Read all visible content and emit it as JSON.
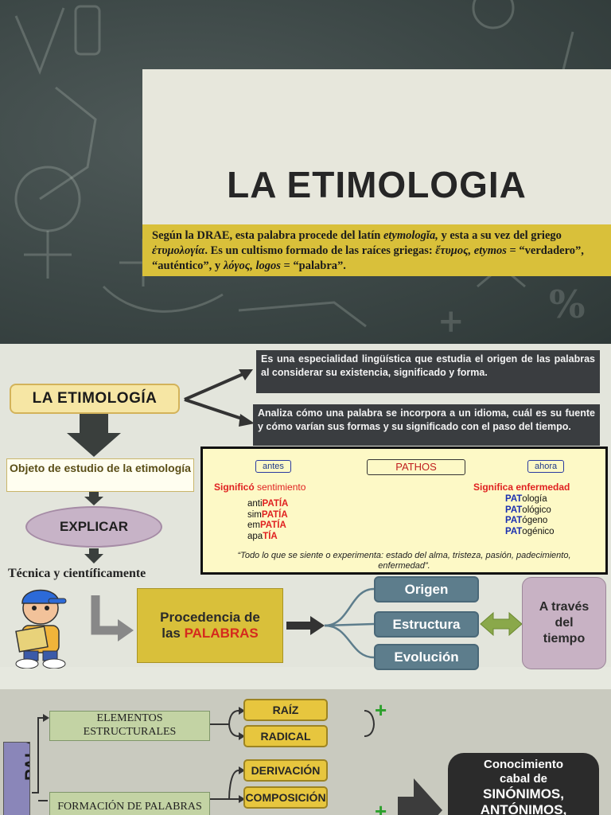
{
  "slide1": {
    "title": "LA ETIMOLOGIA",
    "definition": {
      "p1": "Según la DRAE, esta palabra procede del latín ",
      "latin": "etymologĭa,",
      "p2": " y esta a su vez del griego ",
      "greek1": "ἐτυμολογία",
      "p3": ". Es un cultismo formado de las raíces griegas: ",
      "greek2": "ἔτυμος, etymos",
      "p4": " = “verdadero”, “auténtico”, y ",
      "greek3": "λόγος, logos",
      "p5": " = “palabra”."
    }
  },
  "slide2": {
    "main_label": "LA ETIMOLOGÍA",
    "def1": "Es una especialidad lingüística que estudia el origen de las palabras  al considerar su existencia, significado y forma.",
    "def2": "Analiza cómo una palabra se incorpora a un idioma, cuál es su fuente y cómo varían sus formas y su significado con el paso del tiempo.",
    "object_label": "Objeto de estudio de la etimología",
    "explicar": "EXPLICAR",
    "tecnica": "Técnica y científicamente",
    "procedencia_1": "Procedencia de",
    "procedencia_2": "las ",
    "procedencia_red": "PALABRAS",
    "pills": [
      "Origen",
      "Estructura",
      "Evolución"
    ],
    "traves": [
      "A través",
      "del",
      "tiempo"
    ],
    "pathos": {
      "antes": "antes",
      "ahora": "ahora",
      "center": "PATHOS",
      "left_title_red": "Significó",
      "left_title_rest": " sentimiento",
      "right_title": "Significa enfermedad",
      "left_words": [
        {
          "pre": "anti",
          "red": "PATÍA",
          "post": ""
        },
        {
          "pre": "sim",
          "red": "PATÍA",
          "post": ""
        },
        {
          "pre": "em",
          "red": "PATÍA",
          "post": ""
        },
        {
          "pre": "apa",
          "red": "TÍA",
          "post": ""
        }
      ],
      "right_words": [
        {
          "blue": "PAT",
          "post": "ología"
        },
        {
          "blue": "PAT",
          "post": "ológico"
        },
        {
          "blue": "PAT",
          "post": "ógeno"
        },
        {
          "blue": "PAT",
          "post": "ogénico"
        }
      ],
      "quote": "“Todo lo que se siente o experimenta: estado del alma, tristeza, pasión, padecimiento, enfermedad”."
    }
  },
  "slide3": {
    "vertical_word": "PALABRA",
    "elementos": "ELEMENTOS ESTRUCTURALES",
    "formacion": "FORMACIÓN DE PALABRAS",
    "tags": [
      "RAÍZ",
      "RADICAL",
      "DERIVACIÓN",
      "COMPOSICIÓN"
    ],
    "plus": "+",
    "conoc_1": "Conocimiento cabal de",
    "conoc_2": "SINÓNIMOS,",
    "conoc_3": "ANTÓNIMOS,"
  }
}
